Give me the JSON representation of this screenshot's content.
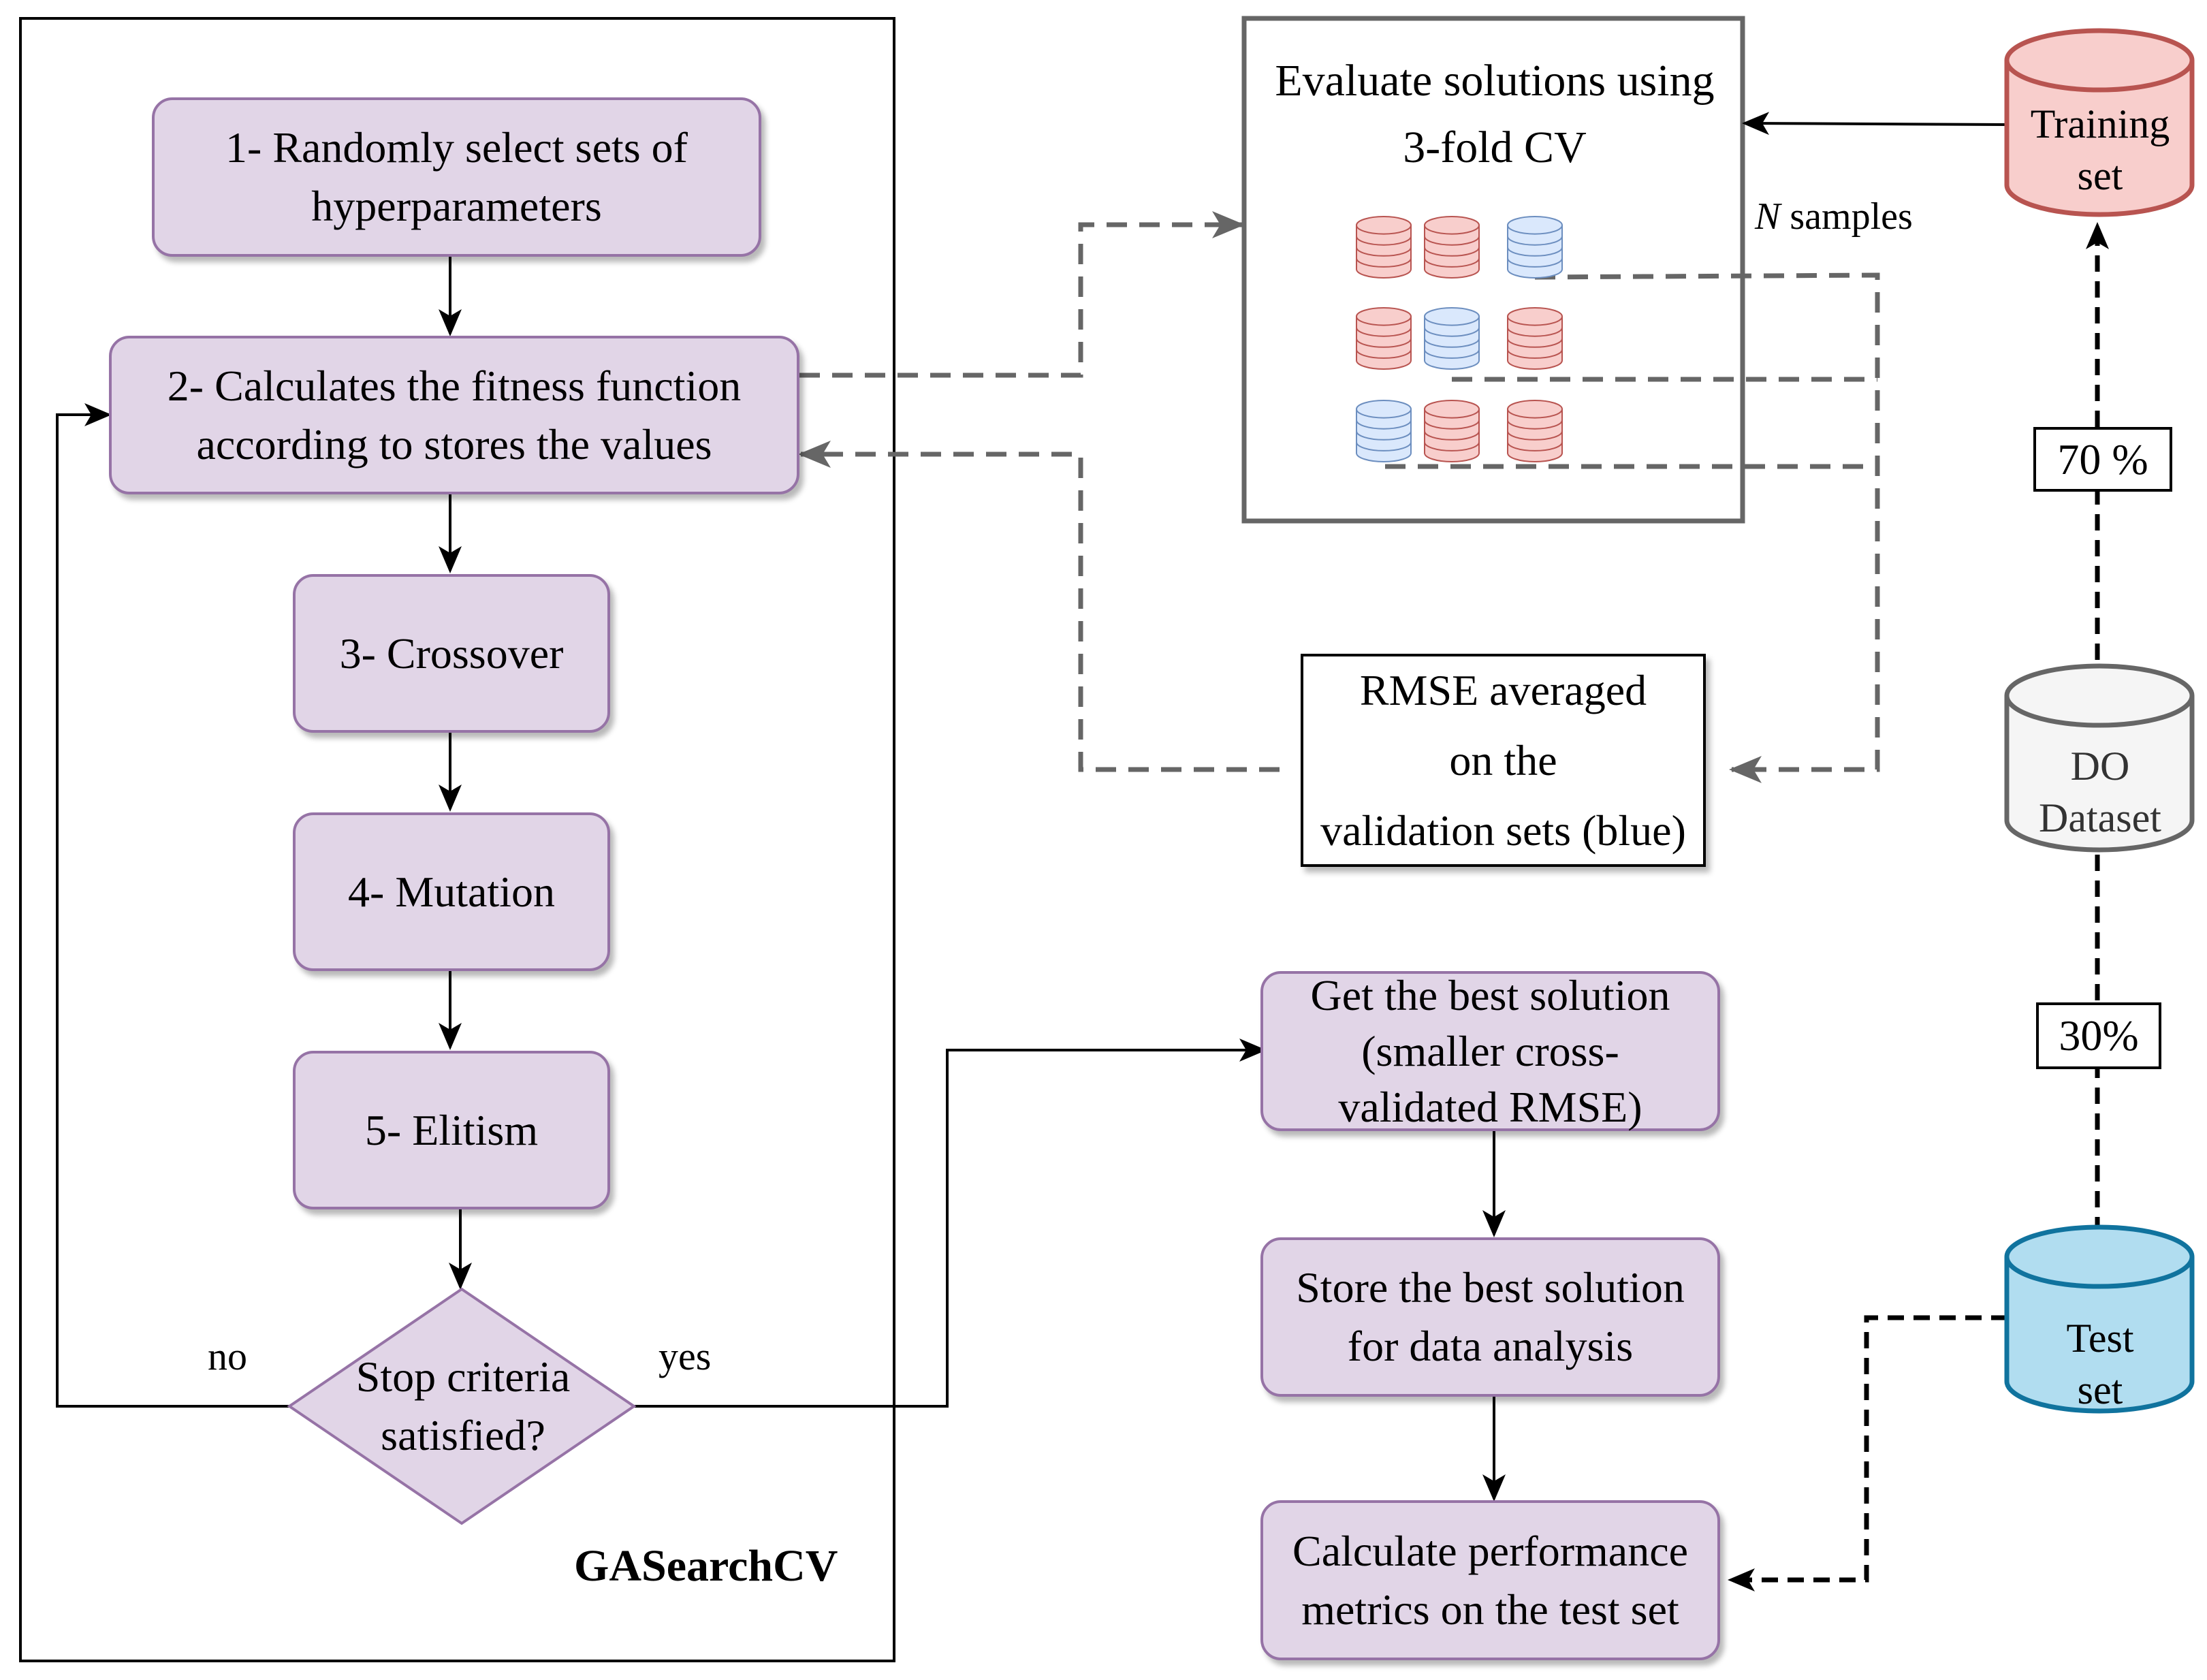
{
  "steps": {
    "step1": "1- Randomly select sets of\nhyperparameters",
    "step2": "2- Calculates the fitness function\naccording to stores the values",
    "step3": "3- Crossover",
    "step4": "4- Mutation",
    "step5": "5- Elitism",
    "decision": "Stop criteria\nsatisfied?",
    "no_label": "no",
    "yes_label": "yes",
    "group_label": "GASearchCV"
  },
  "cv": {
    "title": "Evaluate solutions using\n3-fold CV",
    "samples_italic": "N",
    "samples_text": " samples",
    "rmse": "RMSE averaged\non the\nvalidation sets (blue)"
  },
  "best": {
    "get_best": "Get the best solution\n(smaller cross-\nvalidated RMSE)",
    "store_best": "Store the best solution\nfor data analysis",
    "calc_metrics": "Calculate performance\nmetrics on the test set"
  },
  "data": {
    "training": "Training\nset",
    "dataset": "DO\nDataset",
    "test": "Test\nset",
    "train_pct": "70 %",
    "test_pct": "30%"
  },
  "colors": {
    "step_fill": "#e1d5e7",
    "step_border": "#9673a6",
    "training_fill": "#f8cecc",
    "training_border": "#b85450",
    "validation_fill": "#dae8fc",
    "validation_border": "#6c8ebf",
    "test_fill": "#b1ddf0",
    "test_border": "#10739e",
    "dataset_fill": "#f5f5f5",
    "dataset_border": "#666666",
    "dashed_gray": "#666666"
  },
  "fold_colors": [
    [
      "training",
      "training",
      "validation"
    ],
    [
      "training",
      "validation",
      "training"
    ],
    [
      "validation",
      "training",
      "training"
    ]
  ]
}
